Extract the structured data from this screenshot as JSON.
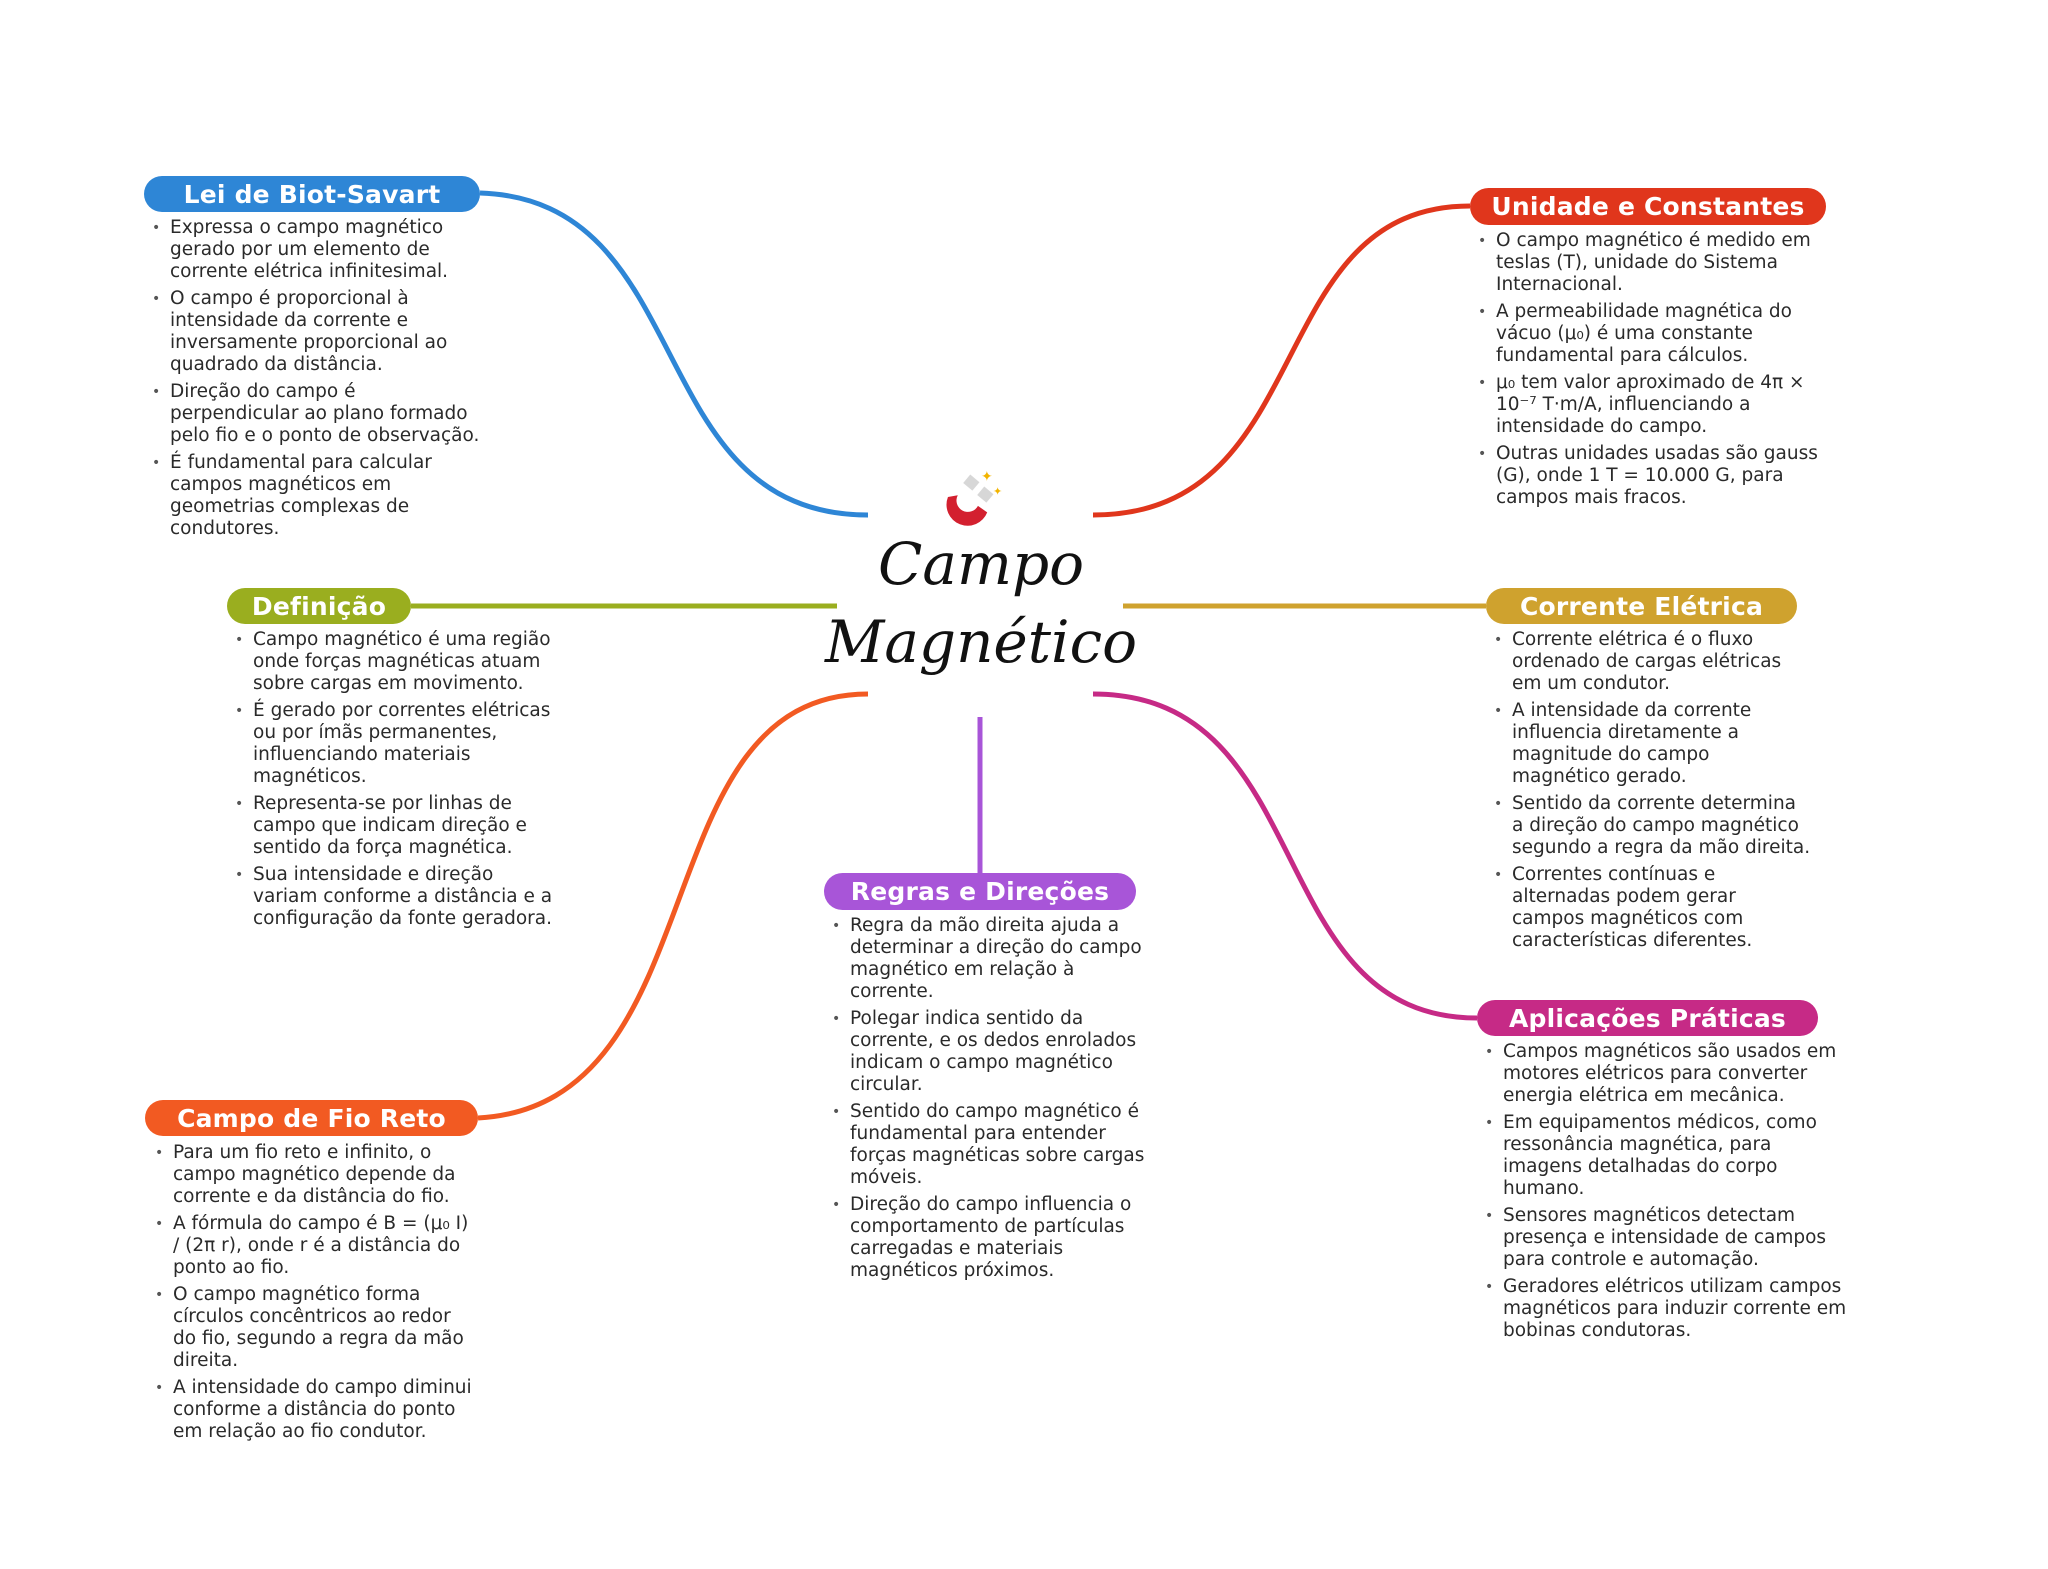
{
  "center": {
    "line1": "Campo",
    "line2": "Magnético",
    "icon": "magnet-icon"
  },
  "colors": {
    "biot": "#2e86d6",
    "unidade": "#e0361c",
    "definicao": "#9aae1f",
    "corrente": "#cfa22e",
    "fio": "#f25a22",
    "regras": "#a855d8",
    "aplicacoes": "#c62a86"
  },
  "branches": {
    "biot": {
      "title": "Lei de Biot-Savart",
      "items": [
        "Expressa o campo magnético gerado por um elemento de corrente elétrica infinitesimal.",
        "O campo é proporcional à intensidade da corrente e inversamente proporcional ao quadrado da distância.",
        "Direção do campo é perpendicular ao plano formado pelo fio e o ponto de observação.",
        "É fundamental para calcular campos magnéticos em geometrias complexas de condutores."
      ]
    },
    "unidade": {
      "title": "Unidade e Constantes",
      "items": [
        "O campo magnético é medido em teslas (T), unidade do Sistema Internacional.",
        "A permeabilidade magnética do vácuo (μ₀) é uma constante fundamental para cálculos.",
        "μ₀ tem valor aproximado de 4π × 10⁻⁷ T·m/A, influenciando a intensidade do campo.",
        "Outras unidades usadas são gauss (G), onde 1 T = 10.000 G, para campos mais fracos."
      ]
    },
    "definicao": {
      "title": "Definição",
      "items": [
        "Campo magnético é uma região onde forças magnéticas atuam sobre cargas em movimento.",
        "É gerado por correntes elétricas ou por ímãs permanentes, influenciando materiais magnéticos.",
        "Representa-se por linhas de campo que indicam direção e sentido da força magnética.",
        "Sua intensidade e direção variam conforme a distância e a configuração da fonte geradora."
      ]
    },
    "corrente": {
      "title": "Corrente Elétrica",
      "items": [
        "Corrente elétrica é o fluxo ordenado de cargas elétricas em um condutor.",
        "A intensidade da corrente influencia diretamente a magnitude do campo magnético gerado.",
        "Sentido da corrente determina a direção do campo magnético segundo a regra da mão direita.",
        "Correntes contínuas e alternadas podem gerar campos magnéticos com características diferentes."
      ]
    },
    "fio": {
      "title": "Campo de Fio Reto",
      "items": [
        "Para um fio reto e infinito, o campo magnético depende da corrente e da distância do fio.",
        "A fórmula do campo é B = (μ₀ I) / (2π r), onde r é a distância do ponto ao fio.",
        "O campo magnético forma círculos concêntricos ao redor do fio, segundo a regra da mão direita.",
        "A intensidade do campo diminui conforme a distância do ponto em relação ao fio condutor."
      ]
    },
    "regras": {
      "title": "Regras e Direções",
      "items": [
        "Regra da mão direita ajuda a determinar a direção do campo magnético em relação à corrente.",
        "Polegar indica sentido da corrente, e os dedos enrolados indicam o campo magnético circular.",
        "Sentido do campo magnético é fundamental para entender forças magnéticas sobre cargas móveis.",
        "Direção do campo influencia o comportamento de partículas carregadas e materiais magnéticos próximos."
      ]
    },
    "aplicacoes": {
      "title": "Aplicações Práticas",
      "items": [
        "Campos magnéticos são usados em motores elétricos para converter energia elétrica em mecânica.",
        "Em equipamentos médicos, como ressonância magnética, para imagens detalhadas do corpo humano.",
        "Sensores magnéticos detectam presença e intensidade de campos para controle e automação.",
        "Geradores elétricos utilizam campos magnéticos para induzir corrente em bobinas condutoras."
      ]
    }
  }
}
